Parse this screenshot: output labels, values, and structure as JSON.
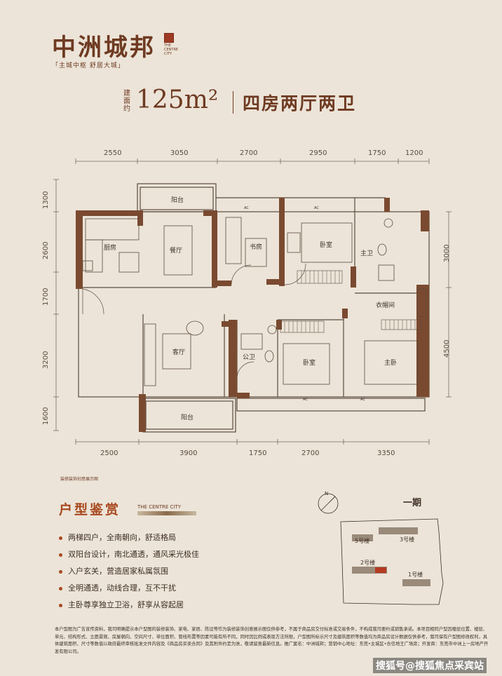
{
  "brand": {
    "name": "中洲城邦",
    "english": "THE CENTRE CITY",
    "slogan": "「主城中枢  舒居大城」"
  },
  "unit": {
    "area_label": "建面约",
    "area_value": "125m²",
    "layout": "四房两厅两卫"
  },
  "dimensions": {
    "top": [
      "2550",
      "3050",
      "2700",
      "2950",
      "1750",
      "1200"
    ],
    "bottom": [
      "2500",
      "3900",
      "1750",
      "2700",
      "3350"
    ],
    "left": [
      "1300",
      "2600",
      "1700",
      "3200",
      "1600"
    ],
    "right": [
      "3000",
      "4500"
    ]
  },
  "rooms": {
    "balcony_top": "阳台",
    "kitchen": "厨房",
    "dining": "餐厅",
    "study": "书房",
    "bedroom_top": "卧室",
    "master_bath": "主卫",
    "closet": "衣帽间",
    "living": "客厅",
    "public_bath": "公卫",
    "bedroom_mid": "卧室",
    "master_bedroom": "主卧",
    "balcony_bottom": "阳台",
    "ac": "AC"
  },
  "floorplan_note": "装修装饰创意展示图",
  "appreciation": {
    "title": "户型鉴赏",
    "english": "THE CENTRE CITY",
    "features": [
      "两梯四户，全南朝向，舒适格局",
      "双阳台设计，南北通透，通风采光极佳",
      "入户玄关，营造居家私属氛围",
      "全明通透，动线合理，互不干扰",
      "主卧尊享独立卫浴，舒享从容起居"
    ]
  },
  "site_map": {
    "phase": "一期",
    "buildings": [
      "5号楼",
      "3号楼",
      "2号楼",
      "1号楼"
    ],
    "compass": "N"
  },
  "disclaimer": "本户型图为广告宣传资料，我司明确提示本户型图的装修装饰、家电、家居、陈设等作为装修装饰创意展示图仅供参考，不属于商品房交付标准或交易条件，不构成我司要约或销售承诺。本项目相同户型因楼层位置、楼层、单元、结构形式、立面景观、房屋朝向、空间尺寸、单位面积、管线布置等因素可能有所不同，同时因比例或表现方法所限，户型图所标示尺寸及建筑面积等数值均为商品房设计数据仅供参考，我司保有户型图修改权利，具体建筑面积、尺寸等数值以政府最终审核批准文件内容及《商品房买卖合同》及其附件约定为准，敬请留意最新信息。推广案名：中洲城邦；营销中心地址：东莞•主城区•合信地王广场旁；开发商：东莞市中洲上一房地产开发有限公司。",
  "watermark": "搜狐号@搜狐焦点采宾站"
}
